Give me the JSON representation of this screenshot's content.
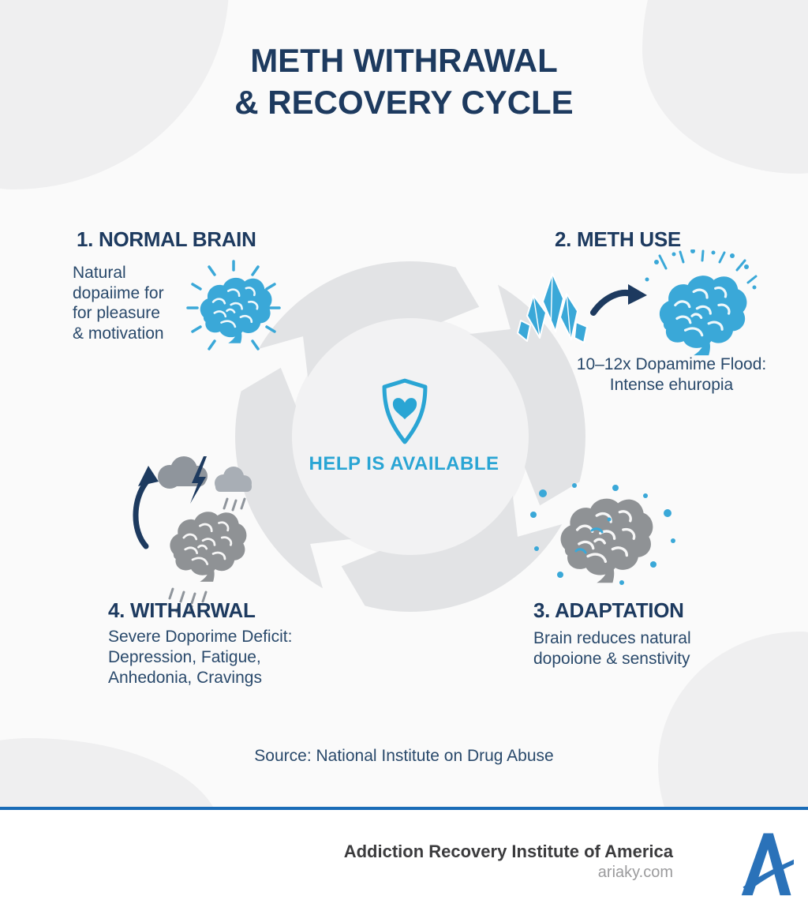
{
  "title": {
    "line1": "METH WITHRAWAL",
    "line2": "& RECOVERY CYCLE"
  },
  "stages": [
    {
      "heading": "1. NORMAL BRAIN",
      "desc": [
        "Natural",
        "dopaiime for",
        "for pleasure",
        "& motivation"
      ]
    },
    {
      "heading": "2. METH USE",
      "desc": [
        "10–12x Dopamime Flood:",
        "Intense ehuropia"
      ]
    },
    {
      "heading": "3. ADAPTATION",
      "desc": [
        "Brain reduces natural",
        "dopoione & senstivity"
      ]
    },
    {
      "heading": "4. WITHARWAL",
      "desc": [
        "Severe Doporime Deficit:",
        "Depression, Fatigue,",
        "Anhedonia, Cravings"
      ]
    }
  ],
  "center": {
    "label": "HELP IS AVAILABLE",
    "icon": "shield-heart-icon"
  },
  "source_line": "Source: National Institute on Drug Abuse",
  "footer": {
    "org_name": "Addiction Recovery Institute of America",
    "website": "ariaky.com",
    "logo_icon": "aria-a-logo"
  },
  "icons": {
    "stage1": "brain-sparks-icon",
    "stage2_crystal": "meth-crystal-icon",
    "stage2_arrow": "arrow-right-icon",
    "stage2_brain": "brain-dopamine-burst-icon",
    "stage3": "brain-dimmed-dots-icon",
    "stage4_storm": "storm-cloud-lightning-icon",
    "stage4_brain": "brain-rain-icon",
    "stage4_arrow": "arrow-up-icon",
    "ring": "cycle-arrows-ring"
  },
  "colors": {
    "bg": "#fafafa",
    "blob_gray": "#efeff0",
    "navy": "#1d3a5f",
    "body_navy": "#29496b",
    "cyan": "#3aa8d8",
    "help_cyan": "#2aa5d4",
    "ring_gray": "#e2e3e5",
    "inner_gray": "#f2f2f3",
    "icon_gray": "#8f9295",
    "cloud_dark": "#8f959c",
    "cloud_light": "#a8aeb5",
    "divider_blue": "#1a6cb7",
    "footer_text": "#3b3b3d",
    "footer_sub": "#9b9b9d",
    "logo_blue": "#2a72b9"
  }
}
